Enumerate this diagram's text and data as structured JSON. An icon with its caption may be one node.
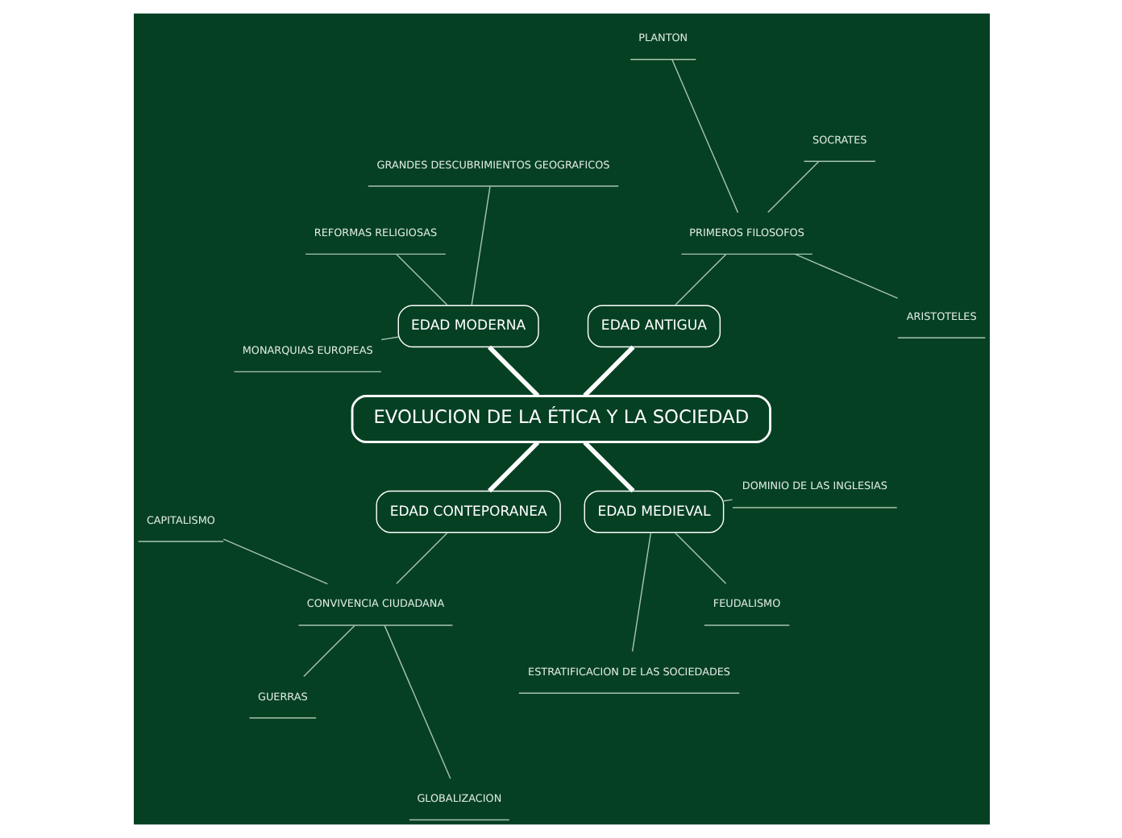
{
  "diagram": {
    "nodes": [
      {
        "text": [
          "EVOLUCION DE LA ÉTICA Y LA SOCIEDAD"
        ]
      },
      {
        "text": [
          "EDAD ANTIGUA"
        ]
      },
      {
        "text": [
          "PRIMEROS FILOSOFOS"
        ]
      },
      {
        "text": [
          "ARISTOTELES"
        ]
      },
      {
        "text": [
          "SOCRATES"
        ]
      },
      {
        "text": [
          "PLANTON"
        ]
      },
      {
        "text": [
          "EDAD MODERNA"
        ]
      },
      {
        "text": [
          "GRANDES DESCUBRIMIENTOS GEOGRAFICOS"
        ]
      },
      {
        "text": [
          "REFORMAS RELIGIOSAS"
        ]
      },
      {
        "text": [
          "MONARQUIAS EUROPEAS"
        ]
      },
      {
        "text": [
          "EDAD CONTEPORANEA"
        ]
      },
      {
        "text": [
          "CONVIVENCIA CIUDADANA"
        ]
      },
      {
        "text": [
          "CAPITALISMO"
        ]
      },
      {
        "text": [
          "GUERRAS"
        ]
      },
      {
        "text": [
          "GLOBALIZACION"
        ]
      },
      {
        "text": [
          "EDAD MEDIEVAL"
        ]
      },
      {
        "text": [
          "ESTRATIFICACION DE LAS SOCIEDADES"
        ]
      },
      {
        "text": [
          "FEUDALISMO"
        ]
      },
      {
        "text": [
          "DOMINIO DE LAS INGLESIAS"
        ]
      }
    ],
    "edges": [
      {
        "from": 0,
        "to": 1,
        "arrow": "none",
        "style": "thick"
      },
      {
        "from": 1,
        "to": 2,
        "arrow": "none"
      },
      {
        "from": 2,
        "to": 3,
        "arrow": "none"
      },
      {
        "from": 2,
        "to": 4,
        "arrow": "none"
      },
      {
        "from": 2,
        "to": 5,
        "arrow": "none"
      },
      {
        "from": 0,
        "to": 6,
        "arrow": "none",
        "style": "thick"
      },
      {
        "from": 6,
        "to": 7,
        "arrow": "none"
      },
      {
        "from": 6,
        "to": 8,
        "arrow": "none"
      },
      {
        "from": 6,
        "to": 9,
        "arrow": "none"
      },
      {
        "from": 0,
        "to": 10,
        "arrow": "none",
        "style": "thick"
      },
      {
        "from": 10,
        "to": 11,
        "arrow": "none"
      },
      {
        "from": 11,
        "to": 12,
        "arrow": "none"
      },
      {
        "from": 11,
        "to": 13,
        "arrow": "none"
      },
      {
        "from": 11,
        "to": 14,
        "arrow": "none"
      },
      {
        "from": 0,
        "to": 15,
        "arrow": "none",
        "style": "thick"
      },
      {
        "from": 15,
        "to": 16,
        "arrow": "none"
      },
      {
        "from": 15,
        "to": 17,
        "arrow": "none"
      },
      {
        "from": 15,
        "to": 18,
        "arrow": "none"
      }
    ]
  }
}
